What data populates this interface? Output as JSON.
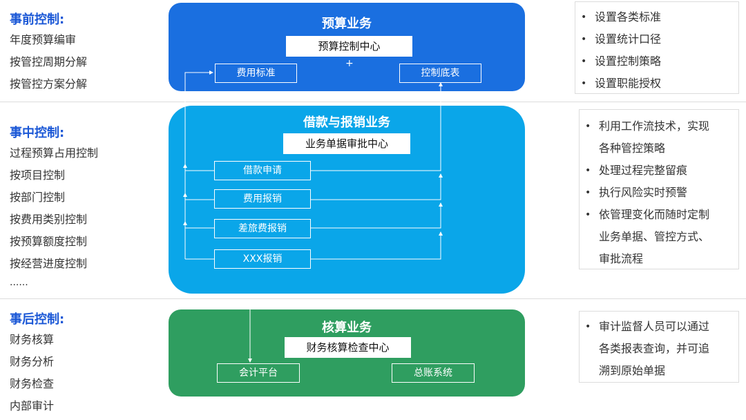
{
  "left": {
    "pre": {
      "heading": "事前控制:",
      "items": [
        "年度预算编审",
        "按管控周期分解",
        "按管控方案分解"
      ]
    },
    "mid": {
      "heading": "事中控制:",
      "items": [
        "过程预算占用控制",
        "按项目控制",
        "按部门控制",
        "按费用类别控制",
        "按预算额度控制",
        "按经营进度控制",
        "......"
      ]
    },
    "post": {
      "heading": "事后控制:",
      "items": [
        "财务核算",
        "财务分析",
        "财务检查",
        "内部审计"
      ]
    }
  },
  "blocks": {
    "budget": {
      "title": "预算业务",
      "center": "预算控制中心",
      "plus": "+",
      "left_box": "费用标准",
      "right_box": "控制底表",
      "color": "#1a6fe0"
    },
    "loan": {
      "title": "借款与报销业务",
      "center": "业务单据审批中心",
      "items": [
        "借款申请",
        "费用报销",
        "差旅费报销",
        "XXX报销"
      ],
      "color": "#0aa6e9"
    },
    "accounting": {
      "title": "核算业务",
      "center": "财务核算检查中心",
      "left_box": "会计平台",
      "right_box": "总账系统",
      "color": "#2f9e60"
    }
  },
  "right": {
    "pre": {
      "bullet": "•",
      "items": [
        "设置各类标准",
        "设置统计口径",
        "设置控制策略",
        "设置职能授权"
      ]
    },
    "mid": {
      "bullet": "•",
      "items": [
        [
          "利用工作流技术，实现",
          "各种管控策略"
        ],
        [
          "处理过程完整留痕"
        ],
        [
          "执行风险实时预警"
        ],
        [
          "依管理变化而随时定制",
          "业务单据、管控方式、",
          "审批流程"
        ]
      ]
    },
    "post": {
      "bullet": "•",
      "items": [
        [
          "审计监督人员可以通过",
          "各类报表查询，并可追",
          "溯到原始单据"
        ]
      ]
    }
  }
}
